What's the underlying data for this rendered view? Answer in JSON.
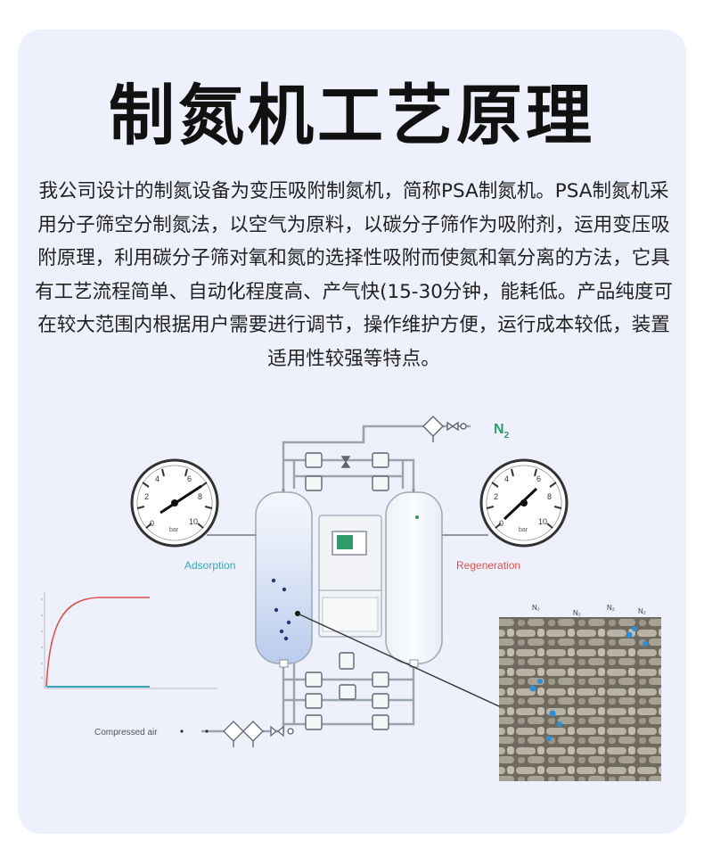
{
  "title": "制氮机工艺原理",
  "description": "我公司设计的制氮设备为变压吸附制氮机，简称PSA制氮机。PSA制氮机采用分子筛空分制氮法，以空气为原料，以碳分子筛作为吸附剂，运用变压吸附原理，利用碳分子筛对氧和氮的选择性吸附而使氮和氧分离的方法，它具有工艺流程简单、自动化程度高、产气快(15-30分钟，能耗低。产品纯度可在较大范围内根据用户需要进行调节，操作维护方便，运行成本较低，装置适用性较强等特点。",
  "diagram": {
    "n2_label": "N",
    "n2_sub": "2",
    "adsorption_label": "Adsorption",
    "regeneration_label": "Regeneration",
    "compressed_air_label": "Compressed air",
    "gauge_unit": "bar",
    "gauge_ticks": [
      "0",
      "2",
      "4",
      "6",
      "8",
      "10"
    ],
    "sieve_labels": [
      "N₂",
      "N₂",
      "N₂",
      "N₂"
    ],
    "colors": {
      "adsorption": "#3aa6b9",
      "regeneration": "#d9534f",
      "n2": "#2f9a6a",
      "pipe": "#8f99a3",
      "vessel_fill": "#c3d2ef"
    }
  }
}
